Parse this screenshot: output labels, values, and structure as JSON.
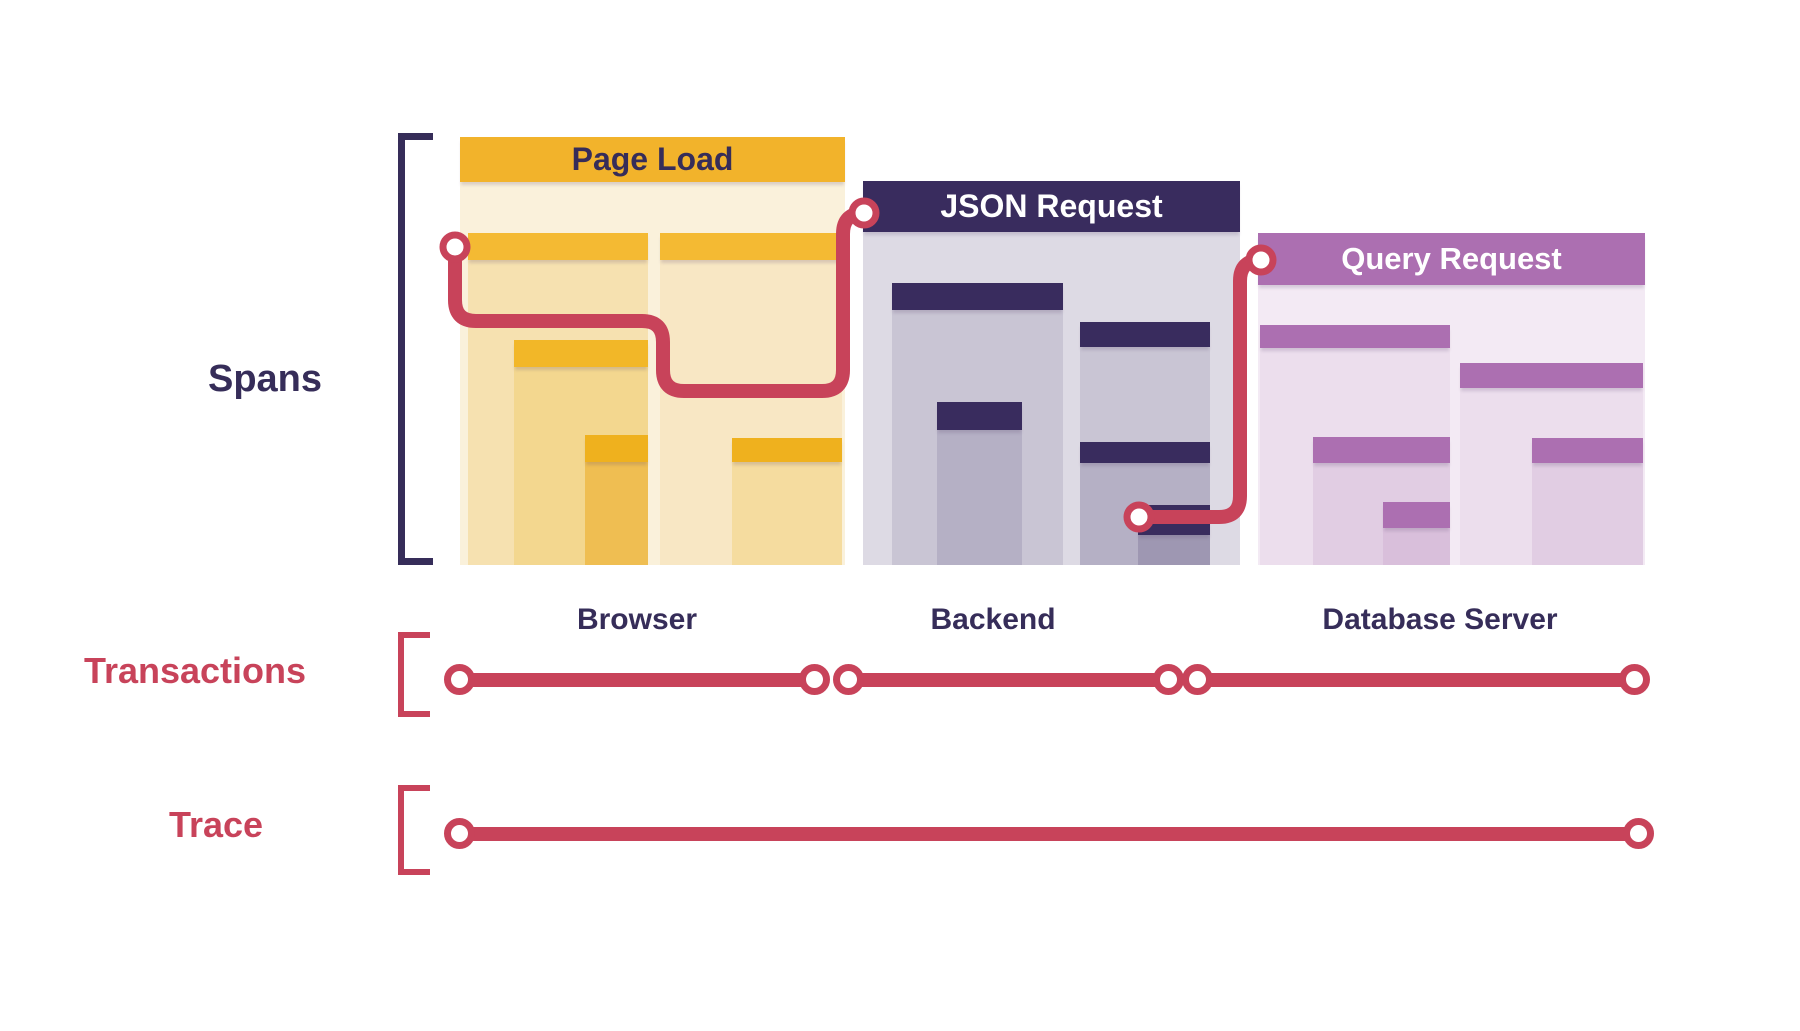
{
  "diagram": {
    "spans": {
      "label": "Spans",
      "blocks": [
        {
          "title": "Page Load"
        },
        {
          "title": "JSON Request"
        },
        {
          "title": "Query Request"
        }
      ]
    },
    "devices": [
      "Browser",
      "Backend",
      "Database Server"
    ],
    "transactions": {
      "label": "Transactions",
      "segment_count": 3
    },
    "trace": {
      "label": "Trace",
      "segment_count": 1
    },
    "colors": {
      "accent_red": "#C8435A",
      "navy": "#362D59",
      "yellow_header": "#F2B32B",
      "purple_header": "#AC6FB1"
    }
  }
}
